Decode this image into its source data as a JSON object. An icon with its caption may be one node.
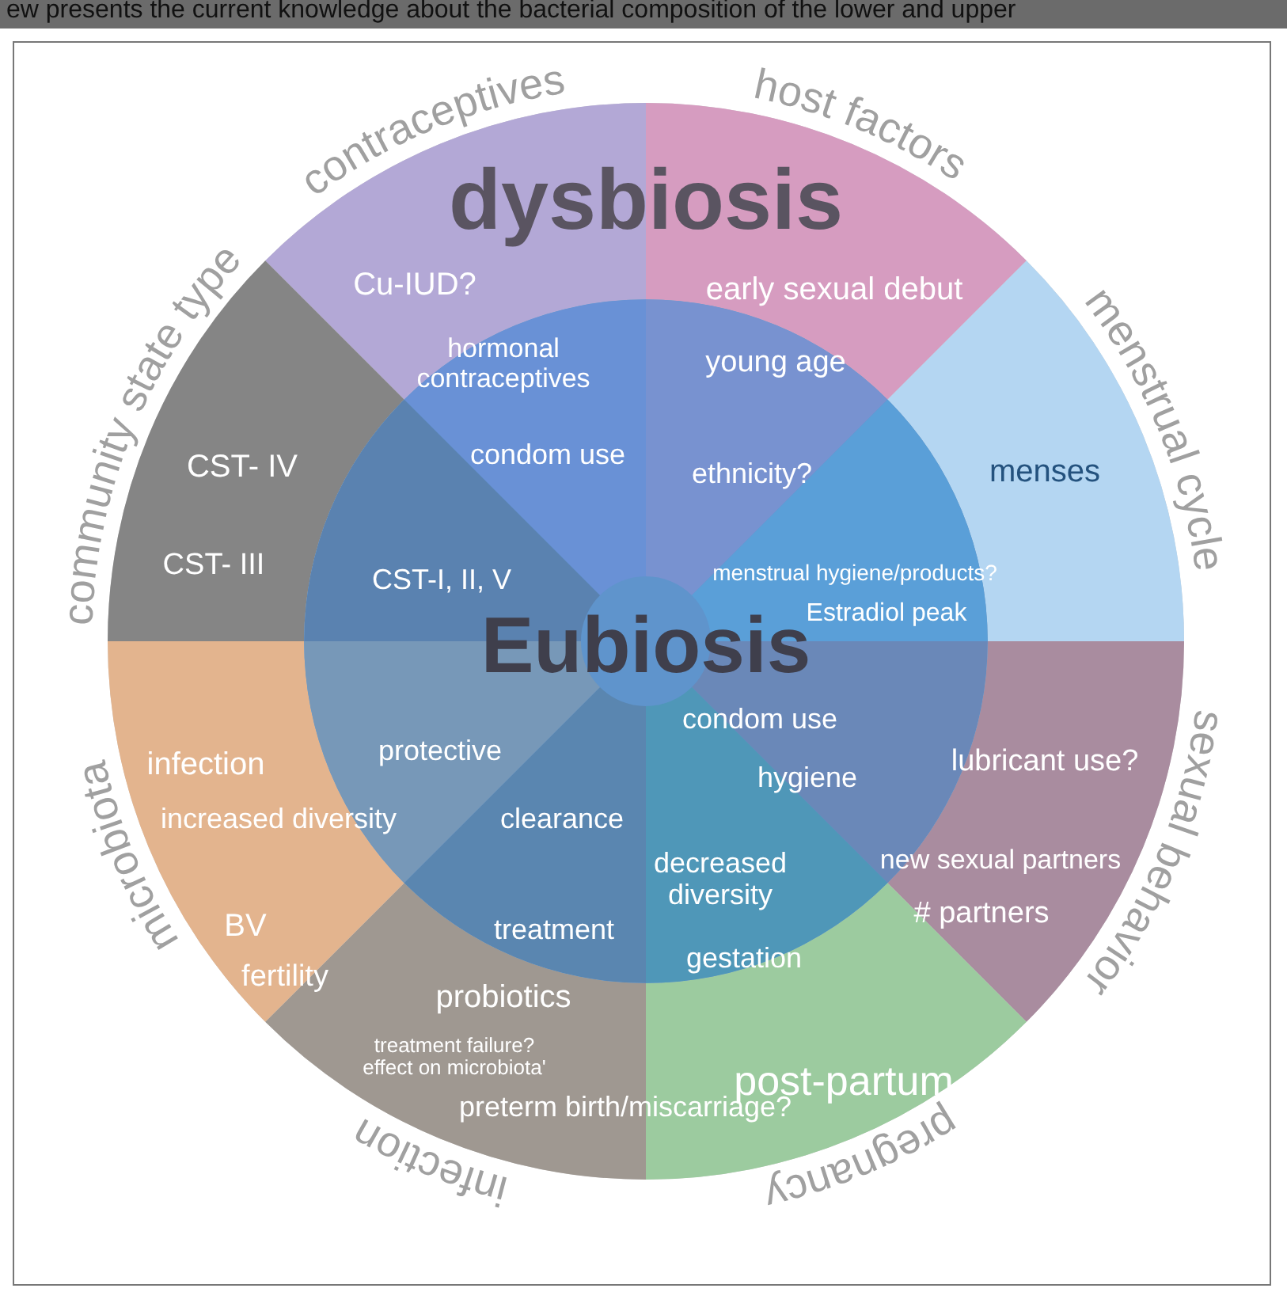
{
  "diagram": {
    "nodes": [
      {
        "text": [
          "dysbiosis"
        ]
      },
      {
        "text": [
          "contraceptives",
          "Cu-IUD?"
        ],
        "in": 0
      },
      {
        "text": [
          "host factors",
          "early sexual debut"
        ],
        "in": 0
      },
      {
        "text": [
          "menstrual cycle",
          "menses"
        ],
        "in": 0
      },
      {
        "text": [
          "sexual behavior",
          "lubricant use?",
          "new sexual partners",
          "# partners"
        ],
        "in": 0
      },
      {
        "text": [
          "post-partum",
          "pregnancy"
        ],
        "in": 0
      },
      {
        "text": [
          "probiotics",
          "treatment failure? effect on microbiota'",
          "preterm birth/miscarriage?",
          "infection"
        ],
        "in": 0
      },
      {
        "text": [
          "microbiota",
          "infection",
          "increased diversity",
          "BV",
          "fertility"
        ],
        "in": 0
      },
      {
        "text": [
          "community state type",
          "CST- IV",
          "CST- III"
        ],
        "in": 0
      },
      {
        "text": [
          "Eubiosis"
        ],
        "in": 0
      },
      {
        "text": [
          "hormonal contraceptives",
          "condom use"
        ],
        "in": 9
      },
      {
        "text": [
          "young age",
          "ethnicity?"
        ],
        "in": 9
      },
      {
        "text": [
          "menstrual hygiene/products?",
          "Estradiol peak"
        ],
        "in": 9
      },
      {
        "text": [
          "condom use",
          "hygiene"
        ],
        "in": 9
      },
      {
        "text": [
          "decreased diversity",
          "gestation"
        ],
        "in": 9
      },
      {
        "text": [
          "clearance",
          "treatment"
        ],
        "in": 9
      },
      {
        "text": [
          "protective"
        ],
        "in": 9
      },
      {
        "text": [
          "CST-I, II, V"
        ],
        "in": 9
      }
    ],
    "labels": [
      "ew presents the current knowledge about the bacterial composition of the lower and upper"
    ]
  }
}
